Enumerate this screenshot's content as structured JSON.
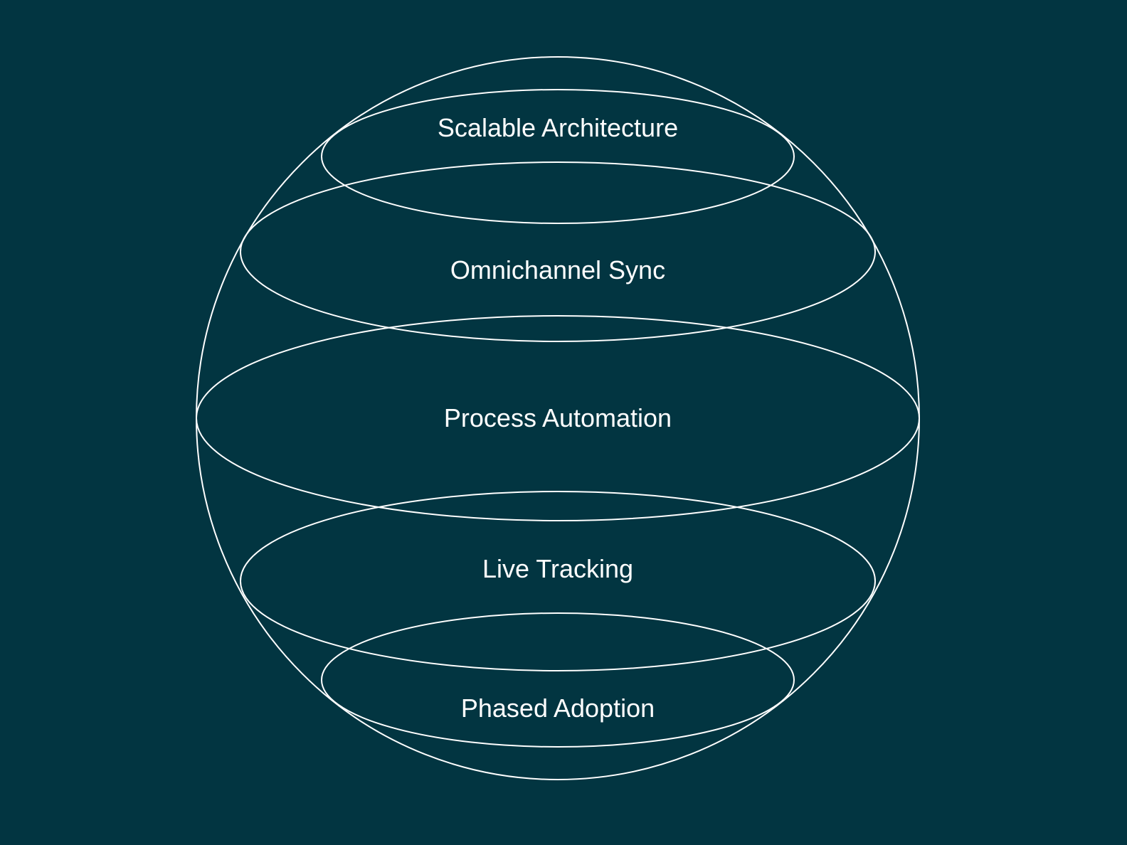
{
  "colors": {
    "background": "#023541",
    "stroke": "#ffffff",
    "text": "#ffffff"
  },
  "layers": [
    {
      "label": "Scalable Architecture"
    },
    {
      "label": "Omnichannel Sync"
    },
    {
      "label": "Process Automation"
    },
    {
      "label": "Live Tracking"
    },
    {
      "label": "Phased Adoption"
    }
  ]
}
